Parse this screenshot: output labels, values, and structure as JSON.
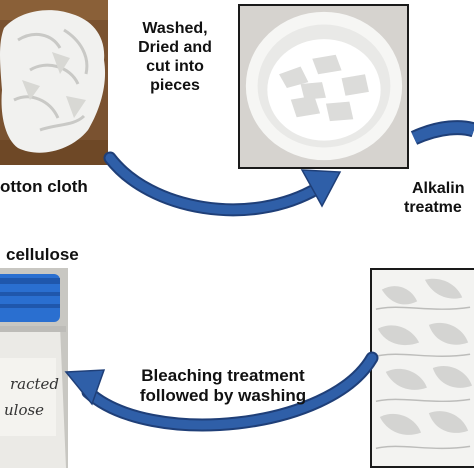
{
  "steps": {
    "cotton_cloth": {
      "label": "otton cloth"
    },
    "washed": {
      "line1": "Washed,",
      "line2": "Dried and",
      "line3": "cut into",
      "line4": "pieces"
    },
    "alkaline": {
      "line1": "Alkalin",
      "line2": "treatme"
    },
    "bleaching": {
      "line1": "Bleaching treatment",
      "line2": "followed by washing"
    },
    "cellulose": {
      "label": "cellulose"
    }
  },
  "bottle": {
    "line1": "racted",
    "line2": "ulose"
  },
  "colors": {
    "arrow": "#2f5fa8",
    "arrow_dark": "#1f3f78",
    "frame": "#1a1a1a",
    "cap": "#2a6fd0"
  }
}
